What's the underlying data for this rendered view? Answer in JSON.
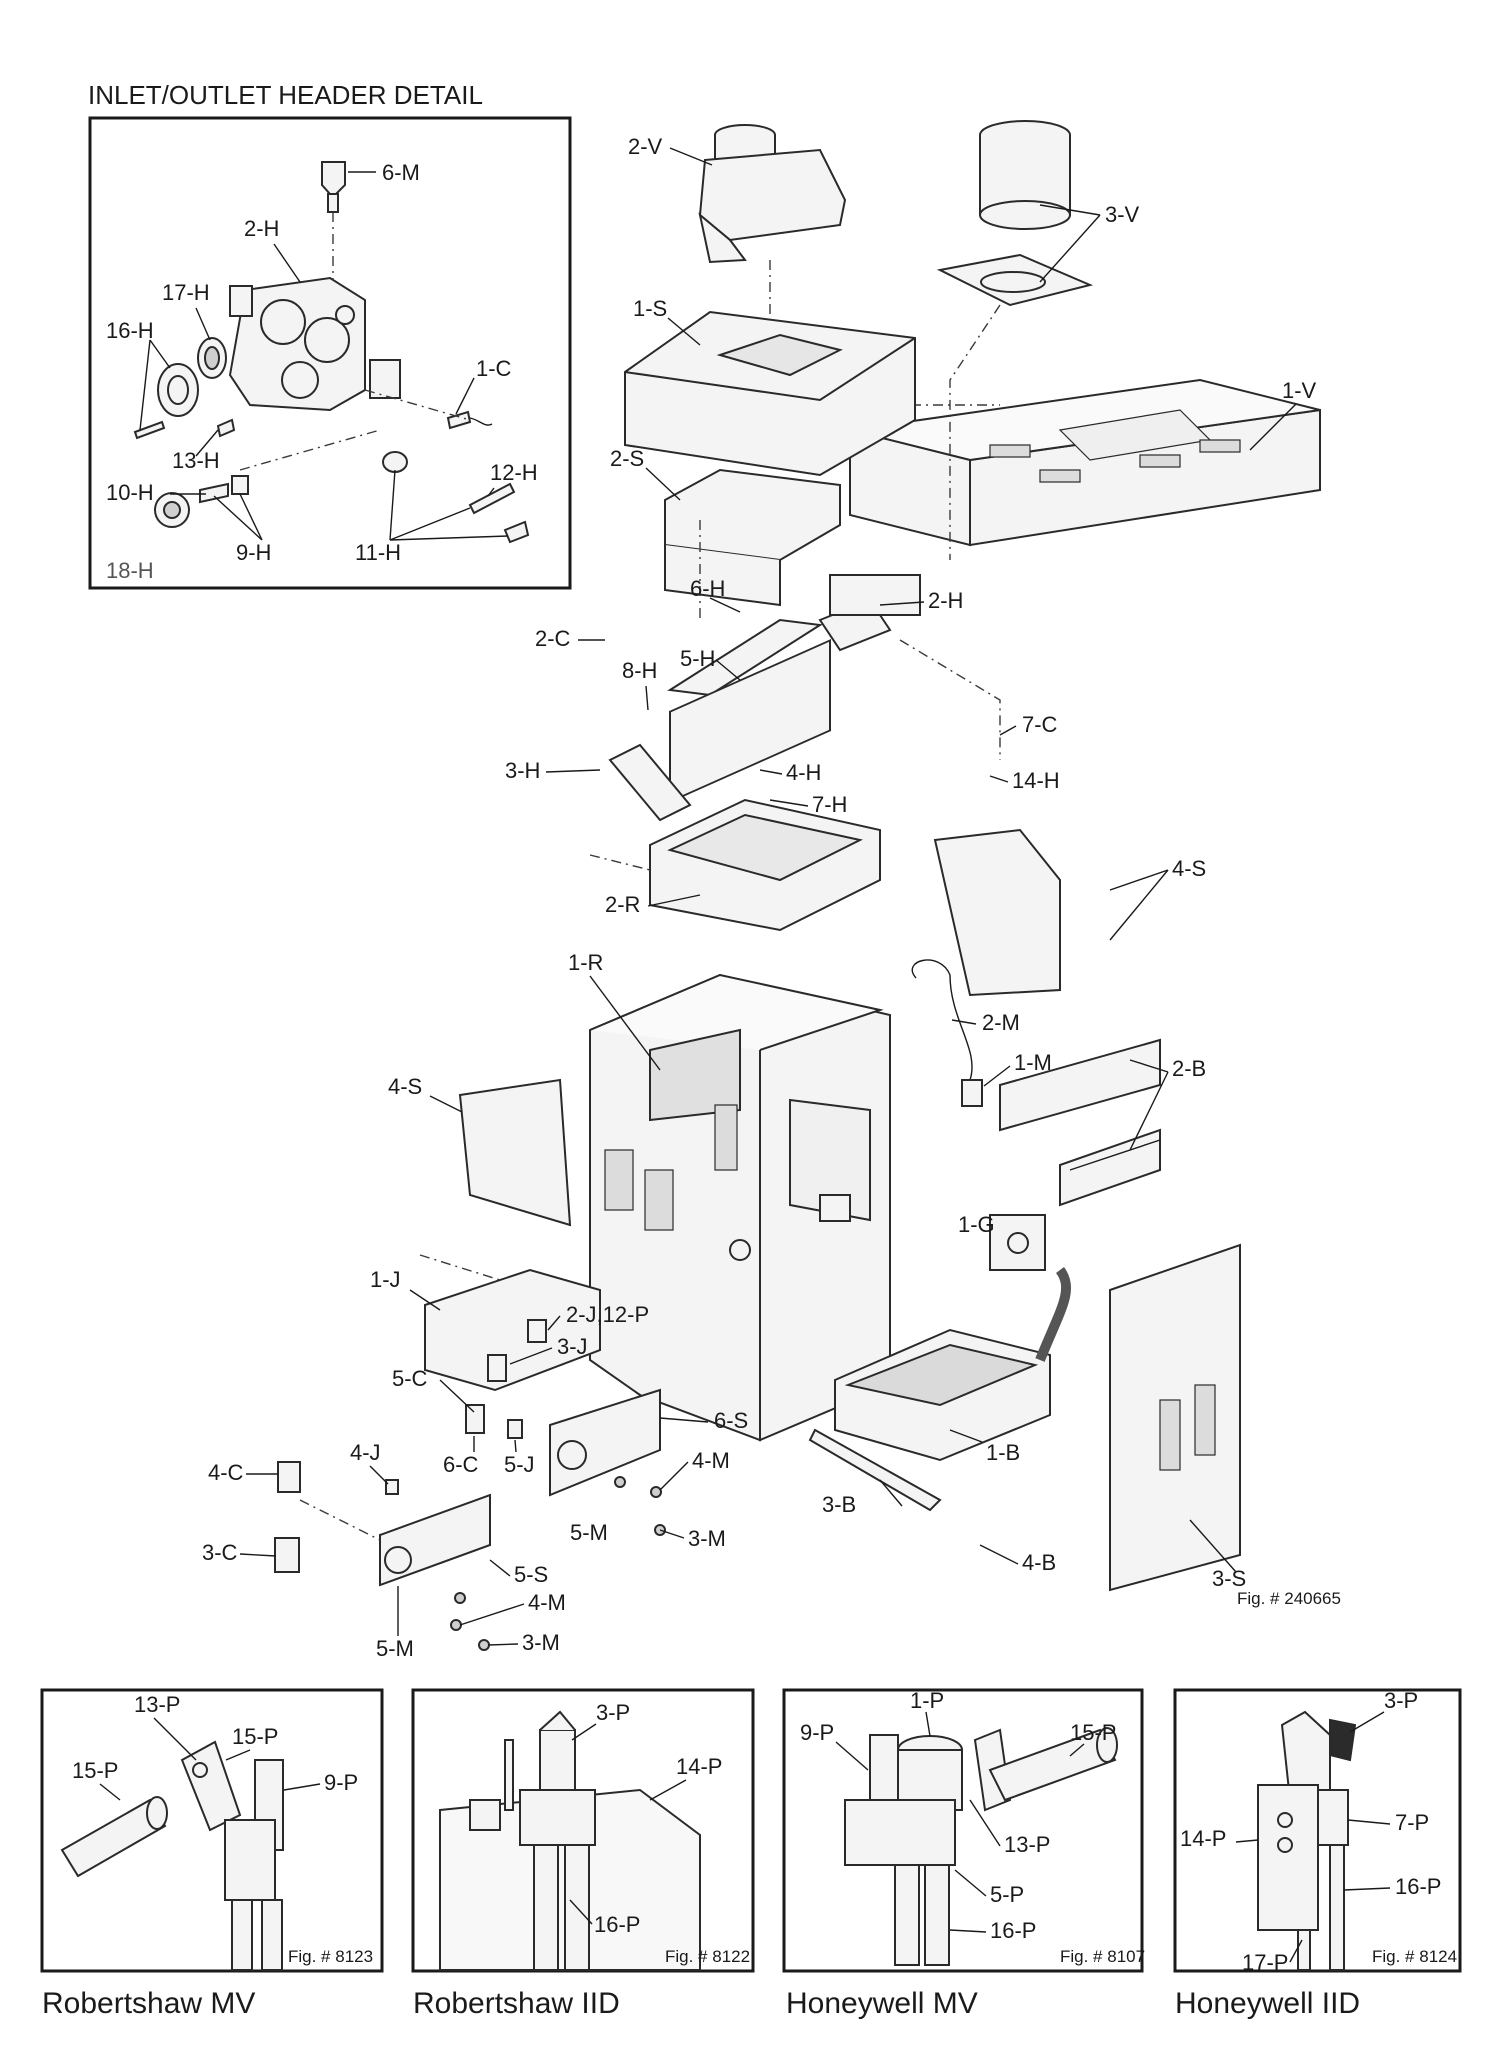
{
  "header_detail": {
    "title": "INLET/OUTLET HEADER DETAIL",
    "labels": [
      "6-M",
      "2-H",
      "17-H",
      "16-H",
      "1-C",
      "13-H",
      "12-H",
      "10-H",
      "9-H",
      "11-H",
      "18-H"
    ]
  },
  "main_labels": {
    "vent": [
      "2-V",
      "3-V",
      "1-V"
    ],
    "shell": [
      "1-S",
      "2-S",
      "4-S",
      "4-S",
      "5-S",
      "6-S",
      "3-S"
    ],
    "heat_exchanger": [
      "6-H",
      "2-H",
      "2-C",
      "5-H",
      "8-H",
      "7-C",
      "14-H",
      "3-H",
      "4-H",
      "7-H"
    ],
    "refractory": [
      "2-R",
      "1-R"
    ],
    "controls": [
      "2-M",
      "1-M",
      "2-B",
      "1-G",
      "1-J",
      "2-J,12-P",
      "3-J",
      "5-C",
      "6-C",
      "5-J",
      "4-J",
      "4-C",
      "3-C",
      "4-M",
      "3-M",
      "5-M",
      "4-M",
      "3-M",
      "5-M"
    ],
    "burners": [
      "1-B",
      "3-B",
      "4-B"
    ]
  },
  "main_figure_ref": "Fig. # 240665",
  "insets": [
    {
      "title": "Robertshaw MV",
      "fig": "Fig. # 8123",
      "labels": [
        "13-P",
        "15-P",
        "15-P",
        "9-P"
      ]
    },
    {
      "title": "Robertshaw IID",
      "fig": "Fig. # 8122",
      "labels": [
        "3-P",
        "14-P",
        "16-P"
      ]
    },
    {
      "title": "Honeywell MV",
      "fig": "Fig. # 8107",
      "labels": [
        "1-P",
        "9-P",
        "15-P",
        "13-P",
        "5-P",
        "16-P"
      ]
    },
    {
      "title": "Honeywell IID",
      "fig": "Fig. # 8124",
      "labels": [
        "3-P",
        "14-P",
        "7-P",
        "16-P",
        "17-P"
      ]
    }
  ]
}
